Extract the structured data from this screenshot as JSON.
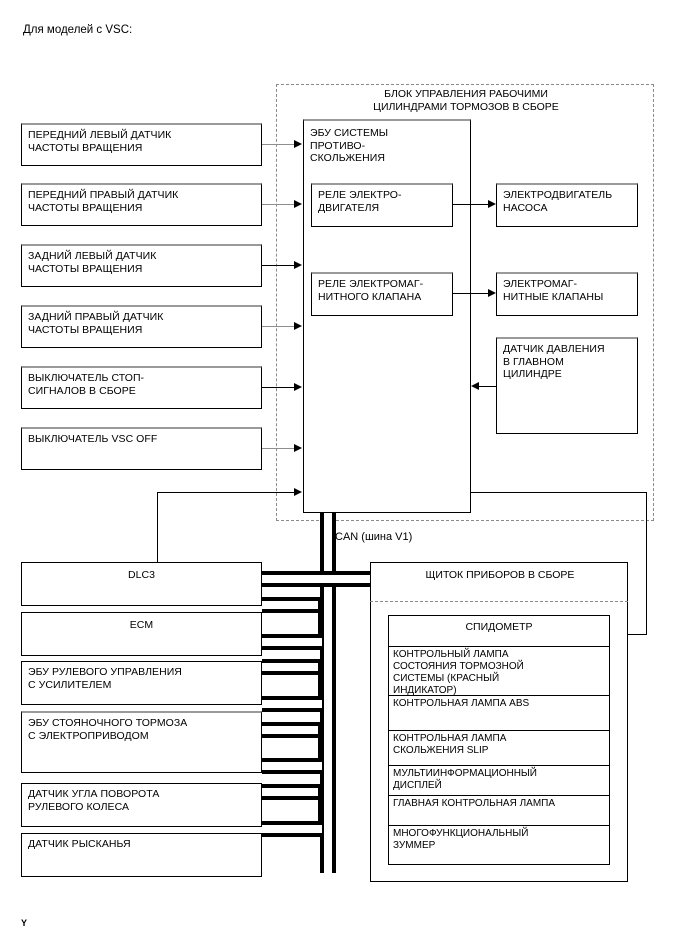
{
  "page": {
    "caption": "Для моделей с VSC:",
    "bottom_marker": "Y"
  },
  "brake_actuator_group": {
    "label": "БЛОК УПРАВЛЕНИЯ РАБОЧИМИ\nЦИЛИНДРАМИ ТОРМОЗОВ В СБОРЕ"
  },
  "can_bus": {
    "label": "CAN (шина V1)"
  },
  "sensors": [
    {
      "label": "ПЕРЕДНИЙ ЛЕВЫЙ ДАТЧИК\nЧАСТОТЫ ВРАЩЕНИЯ"
    },
    {
      "label": "ПЕРЕДНИЙ ПРАВЫЙ ДАТЧИК\nЧАСТОТЫ ВРАЩЕНИЯ"
    },
    {
      "label": "ЗАДНИЙ ЛЕВЫЙ ДАТЧИК\nЧАСТОТЫ ВРАЩЕНИЯ"
    },
    {
      "label": "ЗАДНИЙ ПРАВЫЙ ДАТЧИК\nЧАСТОТЫ ВРАЩЕНИЯ"
    },
    {
      "label": "ВЫКЛЮЧАТЕЛЬ СТОП-\nСИГНАЛОВ В СБОРЕ"
    },
    {
      "label": "ВЫКЛЮЧАТЕЛЬ VSC OFF"
    }
  ],
  "ecu": {
    "label": "ЭБУ СИСТЕМЫ\nПРОТИВО-\nСКОЛЬЖЕНИЯ",
    "relays": [
      {
        "label": "РЕЛЕ ЭЛЕКТРО-\nДВИГАТЕЛЯ"
      },
      {
        "label": "РЕЛЕ ЭЛЕКТРОМАГ-\nНИТНОГО КЛАПАНА"
      }
    ]
  },
  "actuators": [
    {
      "label": "ЭЛЕКТРОДВИГАТЕЛЬ\nНАСОСА"
    },
    {
      "label": "ЭЛЕКТРОМАГ-\nНИТНЫЕ КЛАПАНЫ"
    },
    {
      "label": "ДАТЧИК ДАВЛЕНИЯ\nВ ГЛАВНОМ\nЦИЛИНДРЕ"
    }
  ],
  "bus_nodes": [
    {
      "label": "DLC3",
      "align": "center"
    },
    {
      "label": "ECM",
      "align": "center"
    },
    {
      "label": "ЭБУ РУЛЕВОГО УПРАВЛЕНИЯ\nС УСИЛИТЕЛЕМ",
      "align": "left"
    },
    {
      "label": "ЭБУ СТОЯНОЧНОГО ТОРМОЗА\nС ЭЛЕКТРОПРИВОДОМ",
      "align": "left"
    },
    {
      "label": "ДАТЧИК УГЛА ПОВОРОТА\nРУЛЕВОГО КОЛЕСА",
      "align": "left"
    },
    {
      "label": "ДАТЧИК РЫСКАНЬЯ",
      "align": "left"
    }
  ],
  "instrument_cluster": {
    "title": "ЩИТОК ПРИБОРОВ В СБОРЕ",
    "speedometer": "СПИДОМЕТР",
    "items": [
      {
        "label": "КОНТРОЛЬНЫЙ ЛАМПА\nСОСТОЯНИЯ ТОРМОЗНОЙ\nСИСТЕМЫ (КРАСНЫЙ\nИНДИКАТОР)"
      },
      {
        "label": "КОНТРОЛЬНАЯ ЛАМПА ABS"
      },
      {
        "label": "КОНТРОЛЬНАЯ ЛАМПА\nСКОЛЬЖЕНИЯ SLIP"
      },
      {
        "label": "МУЛЬТИИНФОРМАЦИОННЫЙ\nДИСПЛЕЙ"
      },
      {
        "label": "ГЛАВНАЯ КОНТРОЛЬНАЯ ЛАМПА"
      },
      {
        "label": "МНОГОФУНКЦИОНАЛЬНЫЙ\nЗУММЕР"
      }
    ]
  },
  "colors": {
    "line": "#000000",
    "dashed": "#8a8a8a",
    "shadow": "#9a9a9a",
    "background": "#ffffff"
  }
}
